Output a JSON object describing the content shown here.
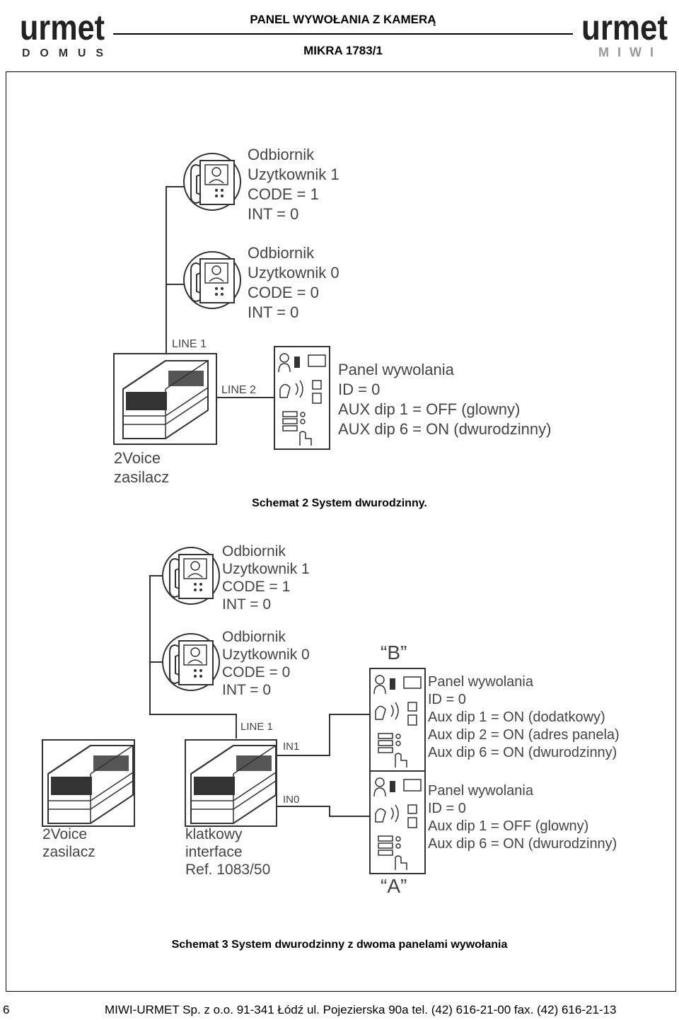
{
  "header": {
    "title": "PANEL WYWOŁANIA Z KAMERĄ",
    "model": "MIKRA 1783/1",
    "logo_left": {
      "word": "urmet",
      "sub": "DOMUS"
    },
    "logo_right": {
      "word": "urmet",
      "sub": "MIWI"
    }
  },
  "diagram1": {
    "receiver_top": [
      "Odbiornik",
      "Uzytkownik 1",
      "CODE = 1",
      "INT = 0"
    ],
    "receiver_bottom": [
      "Odbiornik",
      "Uzytkownik 0",
      "CODE = 0",
      "INT = 0"
    ],
    "line1": "LINE 1",
    "line2": "LINE 2",
    "panel": [
      "Panel wywolania",
      "ID = 0",
      "AUX dip 1 = OFF (glowny)",
      "AUX dip 6 = ON (dwurodzinny)"
    ],
    "power": [
      "2Voice",
      "zasilacz"
    ],
    "caption": "Schemat 2 System dwurodzinny."
  },
  "diagram2": {
    "receiver_top": [
      "Odbiornik",
      "Uzytkownik 1",
      "CODE = 1",
      "INT = 0"
    ],
    "receiver_bottom": [
      "Odbiornik",
      "Uzytkownik 0",
      "CODE = 0",
      "INT = 0"
    ],
    "line1": "LINE 1",
    "in1": "IN1",
    "in0": "IN0",
    "label_b": "“B”",
    "label_a": "“A”",
    "panel_b": [
      "Panel wywolania",
      "ID = 0",
      "Aux dip 1 = ON (dodatkowy)",
      "Aux dip 2 = ON (adres panela)",
      "Aux dip 6 = ON (dwurodzinny)"
    ],
    "panel_a": [
      "Panel wywolania",
      "ID = 0",
      "Aux dip 1 = OFF (glowny)",
      "Aux dip 6 = ON (dwurodzinny)"
    ],
    "power": [
      "2Voice",
      "zasilacz"
    ],
    "interface": [
      "klatkowy",
      "interface",
      "Ref. 1083/50"
    ],
    "caption": "Schemat 3 System dwurodzinny z dwoma panelami wywołania"
  },
  "footer": {
    "page": "6",
    "text": "MIWI-URMET Sp. z o.o.  91-341 Łódź ul. Pojezierska 90a  tel. (42) 616-21-00  fax. (42) 616-21-13"
  }
}
